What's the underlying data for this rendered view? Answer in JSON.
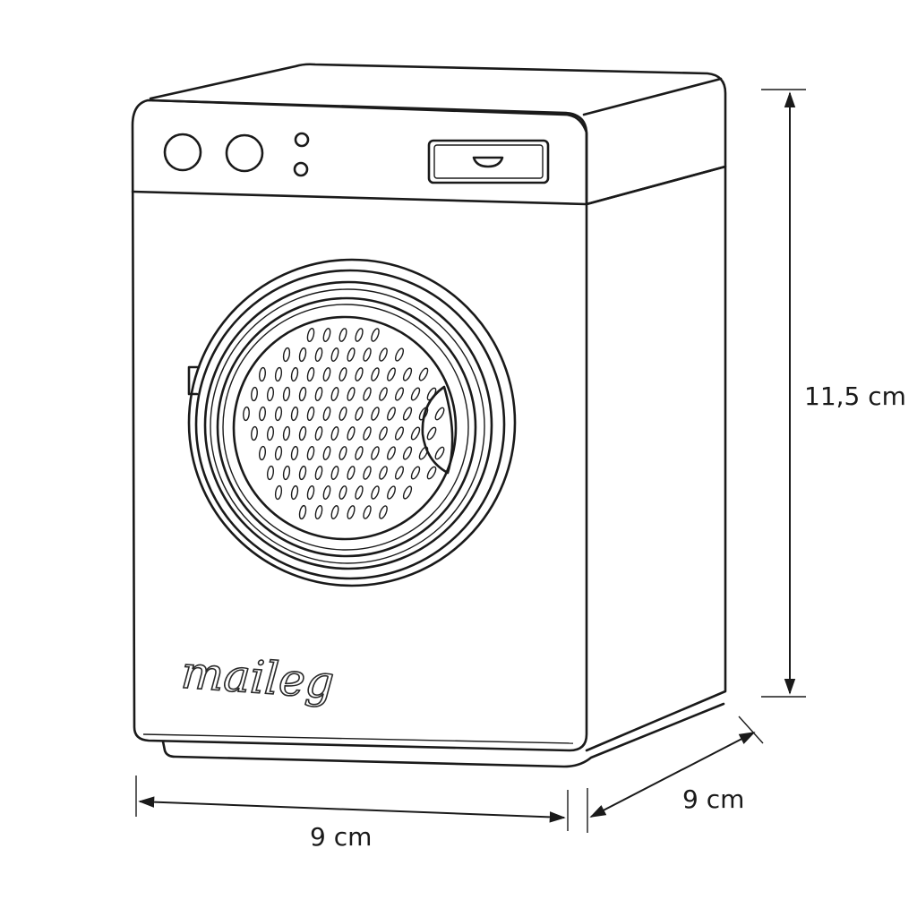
{
  "product": {
    "brand_logo_text": "maileg"
  },
  "dimensions": {
    "height_label": "11,5 cm",
    "width_label": "9 cm",
    "depth_label": "9 cm"
  }
}
